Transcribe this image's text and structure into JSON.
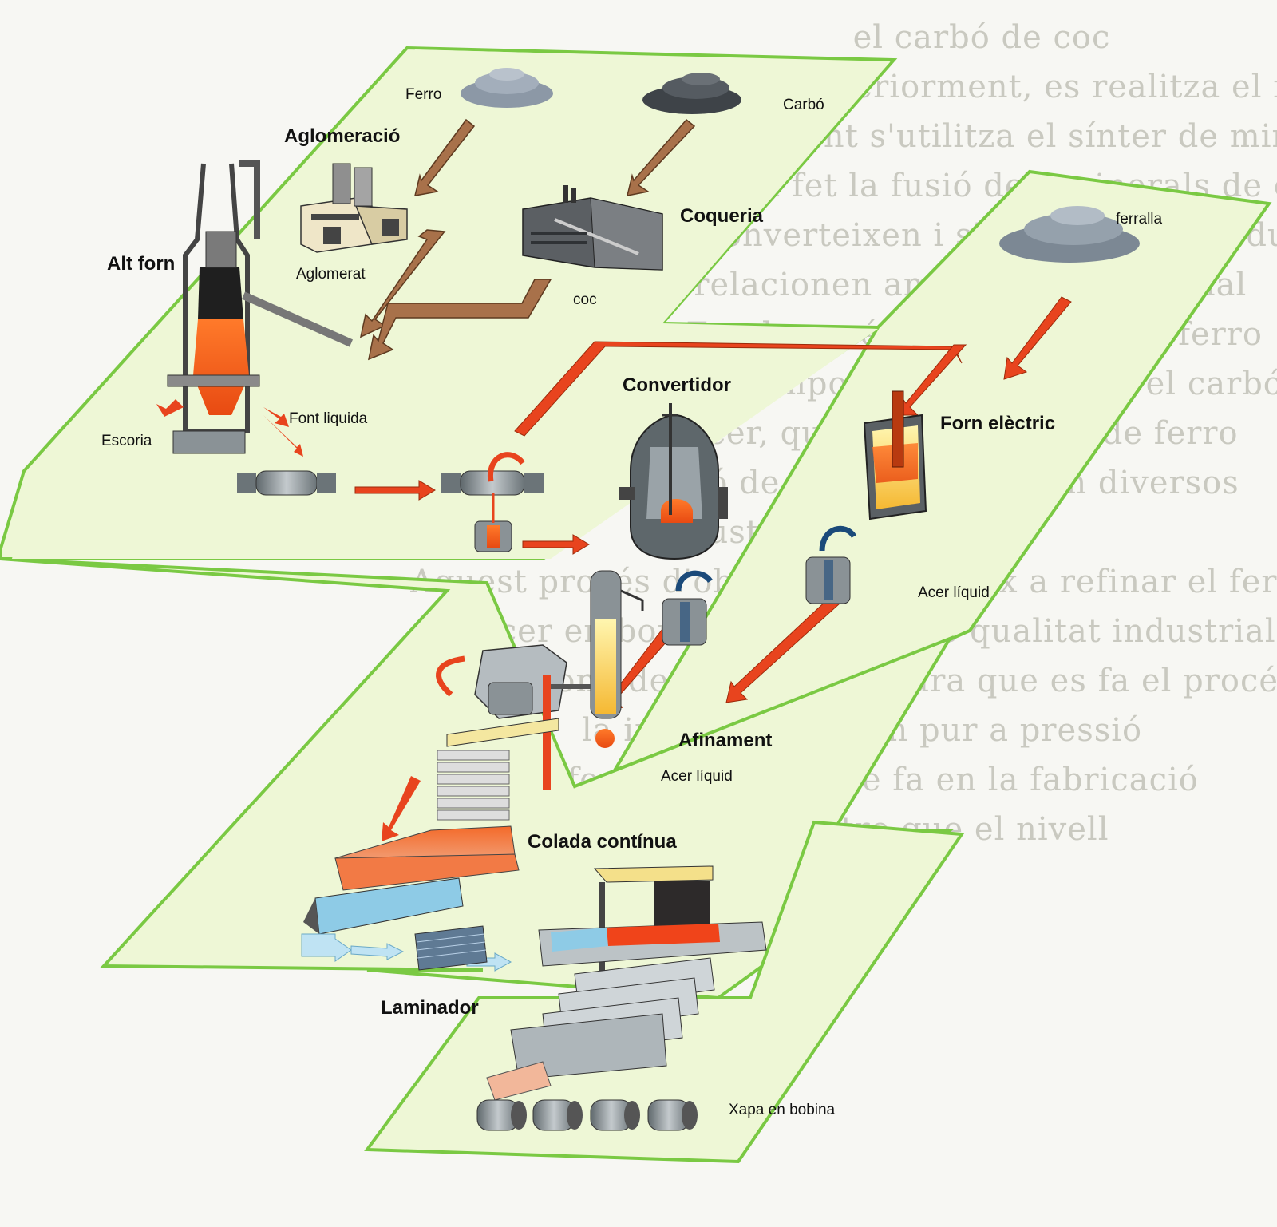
{
  "background_text": [
    "el carbó de coc",
    "se separen. Posteriorment, es realitza el ferro",
    "per aglomerament s'utilitza el sínter de mineral",
    "una vegada s'ha fet la fusió dels minerals de carbó",
    "els gasos es converteixen i s'obtenen els productes",
    "que es relacionen amb el producte final",
    "de ferro. En el procés també s'obté el ferro",
    "ferro que és el compost final de ferro i el carbó",
    "com es fa l'acer, que és una aliatge de ferro",
    "en la fabricació de l'acer, es separen diversos",
    "dustria de producció",
    "Aquest procés d'obtenció consisteix a refinar el ferro",
    "d'acer en bones condicions de qualitat industrial",
    "de carbono de sortida a mesura que es fa el procés",
    "la injecció d'oxigen pur a pressió",
    "el ferro colat pel que fa en la fabricació",
    "una per un altre que el nivell"
  ],
  "labels": {
    "ferro": "Ferro",
    "carbo": "Carbó",
    "aglomeracio": "Aglomeració",
    "coqueria": "Coqueria",
    "alt_forn": "Alt forn",
    "aglomerat": "Aglomerat",
    "coc": "coc",
    "ferralla": "ferralla",
    "convertidor": "Convertidor",
    "forn_electric": "Forn elèctric",
    "escoria": "Escoria",
    "font_liquida": "Font liquida",
    "acer_liquid_right": "Acer líquid",
    "afinament": "Afinament",
    "acer_liquid_center": "Acer líquid",
    "colada_continua": "Colada contínua",
    "laminador": "Laminador",
    "xapa_en_bobina": "Xapa en bobina"
  },
  "colors": {
    "plane_fill": "#eef7d6",
    "plane_edge": "#7ac943",
    "flow_arrow": "#e8441e",
    "feed_arrow": "#a8714a",
    "molten": "#f05a1e",
    "steel": "#8a9296"
  },
  "icons": [
    "iron-ore-pile-icon",
    "coal-pile-icon",
    "scrap-pile-icon",
    "sinter-plant-icon",
    "coke-plant-icon",
    "blast-furnace-icon",
    "converter-icon",
    "electric-furnace-icon",
    "ladle-icon",
    "torpedo-car-icon",
    "tundish-icon",
    "slab-icon",
    "rolling-mill-icon",
    "steel-coil-icon"
  ]
}
